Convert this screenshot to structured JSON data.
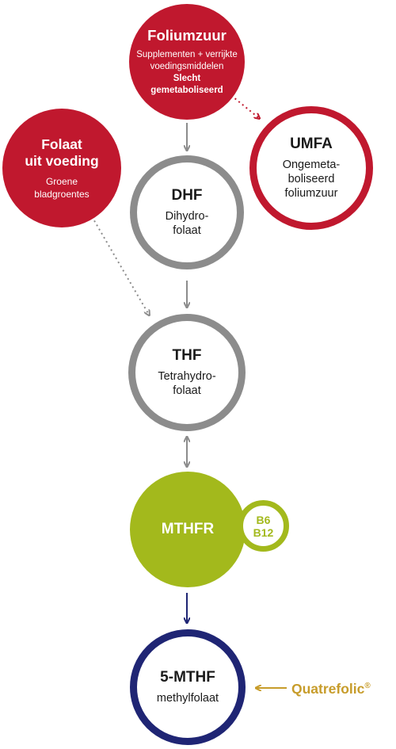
{
  "nodes": {
    "foliumzuur": {
      "title": "Foliumzuur",
      "lines": [
        "Supplementen + verrijkte",
        "voedingsmiddelen",
        "Slecht",
        "gemetaboliseerd"
      ]
    },
    "folaat": {
      "title_line1": "Folaat",
      "title_line2": "uit voeding",
      "sub_line1": "Groene",
      "sub_line2": "bladgroentes"
    },
    "umfa": {
      "title": "UMFA",
      "lines": [
        "Ongemeta-",
        "boliseerd",
        "foliumzuur"
      ]
    },
    "dhf": {
      "title": "DHF",
      "lines": [
        "Dihydro-",
        "folaat"
      ]
    },
    "thf": {
      "title": "THF",
      "lines": [
        "Tetrahydro-",
        "folaat"
      ]
    },
    "mthfr": {
      "title": "MTHFR"
    },
    "cofactors": {
      "line1": "B6",
      "line2": "B12"
    },
    "mthf5": {
      "title": "5-MTHF",
      "sub": "methylfolaat"
    }
  },
  "quatrefolic": {
    "label": "Quatrefolic",
    "mark": "®"
  },
  "colors": {
    "red": "#c0182e",
    "grey": "#8c8c8c",
    "green": "#a3b91c",
    "navy": "#1f2574",
    "gold": "#c79c2a"
  }
}
